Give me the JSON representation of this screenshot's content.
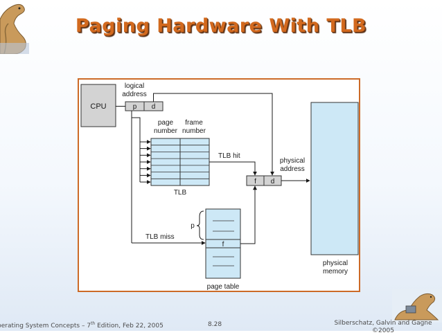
{
  "slide": {
    "title": "Paging Hardware With TLB",
    "footer_left_main": "perating System Concepts – 7",
    "footer_left_sup": "th",
    "footer_left_tail": " Edition, Feb 22, 2005",
    "footer_center": "8.28",
    "footer_right": "Silberschatz, Galvin and Gagne ©2005"
  },
  "diagram": {
    "cpu_label": "CPU",
    "logical_address_label_1": "logical",
    "logical_address_label_2": "address",
    "logical_p": "p",
    "logical_d": "d",
    "page_number_label_1": "page",
    "page_number_label_2": "number",
    "frame_number_label_1": "frame",
    "frame_number_label_2": "number",
    "tlb_label": "TLB",
    "tlb_hit_label": "TLB hit",
    "tlb_miss_label": "TLB miss",
    "physical_address_label_1": "physical",
    "physical_address_label_2": "address",
    "physical_f": "f",
    "physical_d": "d",
    "page_table_p": "p",
    "page_table_f": "f",
    "page_table_label": "page table",
    "physical_memory_label_1": "physical",
    "physical_memory_label_2": "memory"
  },
  "colors": {
    "title": "#d2691e",
    "frame_border": "#cc6a27",
    "box_fill_blue": "#cde8f6",
    "box_fill_gray": "#d3d3d3"
  }
}
